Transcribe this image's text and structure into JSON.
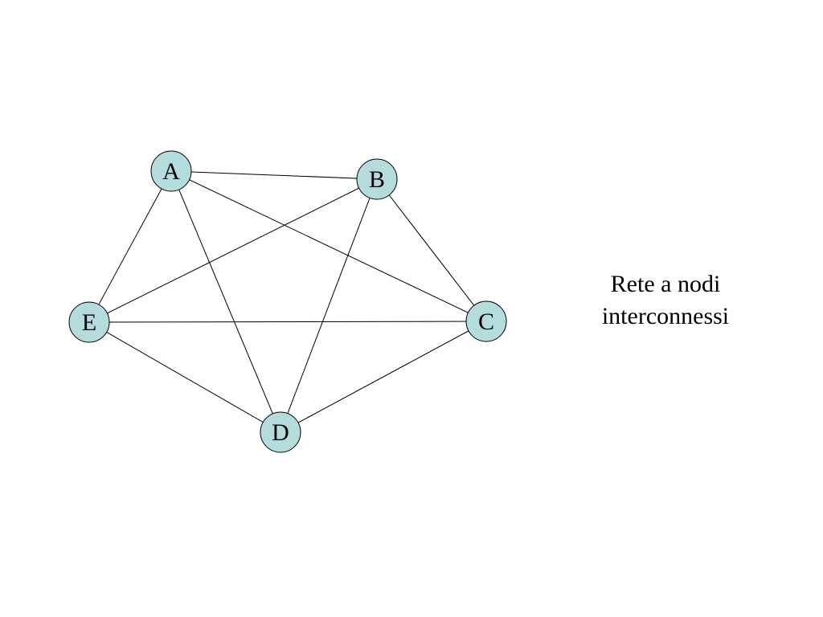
{
  "network": {
    "nodes": [
      {
        "id": "A",
        "label": "A"
      },
      {
        "id": "B",
        "label": "B"
      },
      {
        "id": "C",
        "label": "C"
      },
      {
        "id": "D",
        "label": "D"
      },
      {
        "id": "E",
        "label": "E"
      }
    ],
    "edges": [
      [
        "A",
        "B"
      ],
      [
        "A",
        "C"
      ],
      [
        "A",
        "D"
      ],
      [
        "A",
        "E"
      ],
      [
        "B",
        "C"
      ],
      [
        "B",
        "D"
      ],
      [
        "B",
        "E"
      ],
      [
        "C",
        "D"
      ],
      [
        "C",
        "E"
      ],
      [
        "D",
        "E"
      ]
    ],
    "node_fill": "#b4dcdc",
    "node_stroke": "#000000",
    "edge_color": "#000000"
  },
  "caption": {
    "line1": "Rete a nodi",
    "line2": "interconnessi"
  }
}
